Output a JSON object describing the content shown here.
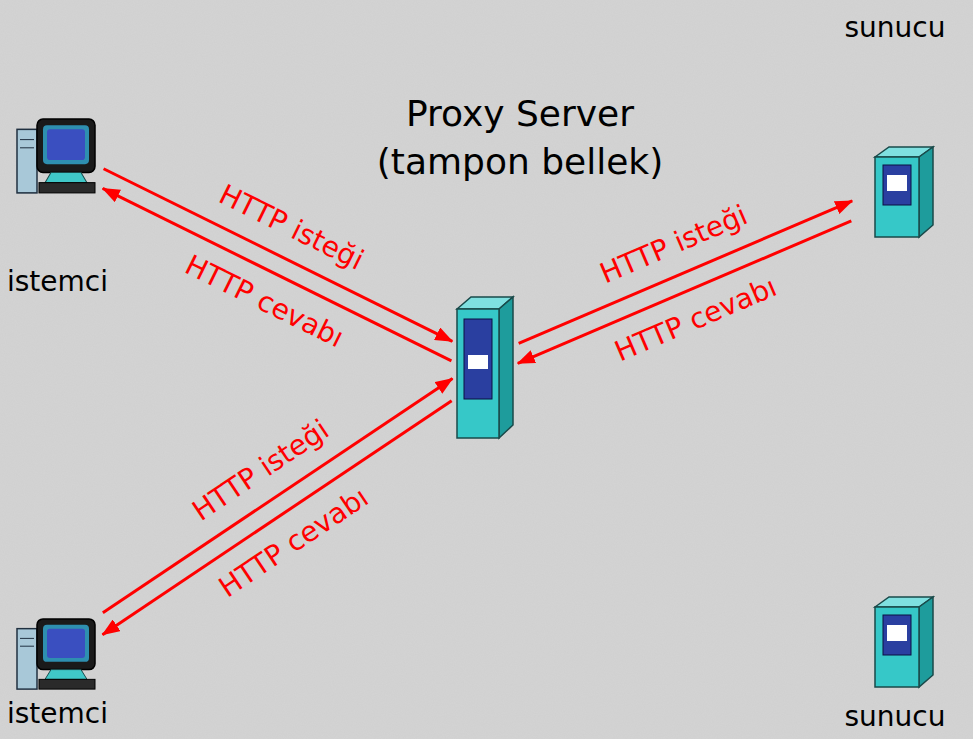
{
  "diagram": {
    "nodes": [
      {
        "text": [
          "sunucu"
        ]
      },
      {
        "text": [
          "Proxy Server (tampon bellek)"
        ]
      },
      {
        "text": [
          "istemci"
        ]
      },
      {
        "text": [
          "istemci"
        ]
      },
      {
        "text": [
          "sunucu"
        ]
      }
    ],
    "edges": [
      {
        "from": 2,
        "to": 1,
        "label": "HTTP isteği",
        "arrow": "to"
      },
      {
        "from": 1,
        "to": 2,
        "label": "HTTP cevabı",
        "arrow": "to"
      },
      {
        "from": 1,
        "to": 0,
        "label": "HTTP isteği",
        "arrow": "to"
      },
      {
        "from": 0,
        "to": 1,
        "label": "HTTP cevabı",
        "arrow": "to"
      },
      {
        "from": 3,
        "to": 1,
        "label": "HTTP isteği",
        "arrow": "to"
      },
      {
        "from": 1,
        "to": 3,
        "label": "HTTP cevabı",
        "arrow": "to"
      }
    ]
  }
}
